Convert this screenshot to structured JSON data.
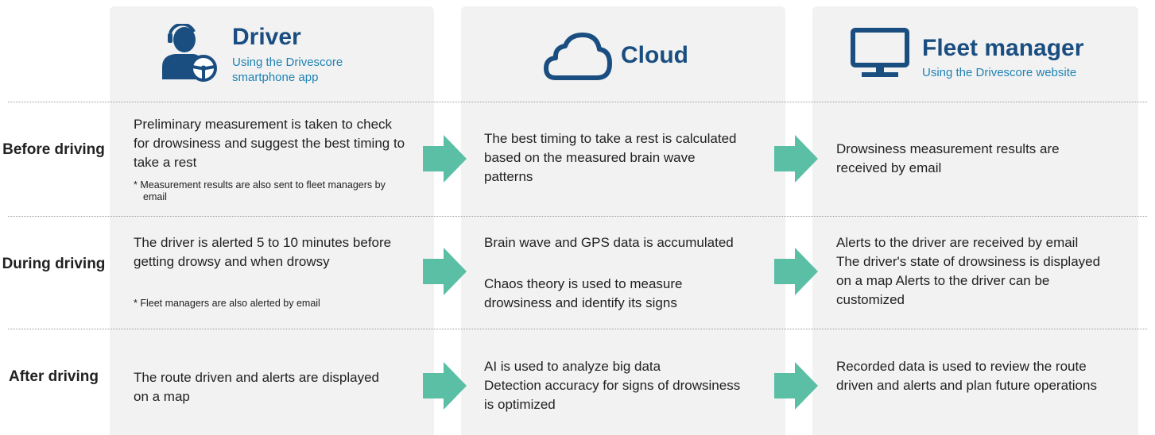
{
  "colors": {
    "title_blue": "#1a4e80",
    "subtitle_blue": "#1f83b5",
    "arrow_teal": "#5bbfa6",
    "panel_gray": "#f2f2f2"
  },
  "columns": {
    "driver": {
      "icon": "driver-steering-icon",
      "title": "Driver",
      "subtitle": "Using the Drivescore smartphone app"
    },
    "cloud": {
      "icon": "cloud-icon",
      "title": "Cloud"
    },
    "fleet": {
      "icon": "monitor-icon",
      "title": "Fleet manager",
      "subtitle": "Using the Drivescore website"
    }
  },
  "rows": [
    {
      "label": "Before driving",
      "driver": "Preliminary measurement is taken to check for drowsiness and suggest the best timing to take a rest",
      "driver_note": "* Measurement results are also sent to fleet managers by email",
      "cloud": "The best timing to take a rest is calculated based on the measured brain wave patterns",
      "fleet": "Drowsiness measurement results are received by email"
    },
    {
      "label": "During driving",
      "driver": "The driver is alerted 5 to 10 minutes before getting drowsy and when drowsy",
      "driver_note": "* Fleet managers are also alerted by email",
      "cloud_line1": "Brain wave and GPS data is accumulated",
      "cloud_line2": "Chaos theory is used to measure drowsiness and identify its signs",
      "fleet_line1": "Alerts to the driver are received by email",
      "fleet_line2": "The driver's state of drowsiness is displayed on a map Alerts to the driver can be customized"
    },
    {
      "label": "After driving",
      "driver": "The route driven and alerts are displayed on a map",
      "cloud_line1": "AI is used to analyze big data",
      "cloud_line2": "Detection accuracy for signs of drowsiness is optimized",
      "fleet": "Recorded data is used to review the route driven and alerts and plan future operations"
    }
  ]
}
